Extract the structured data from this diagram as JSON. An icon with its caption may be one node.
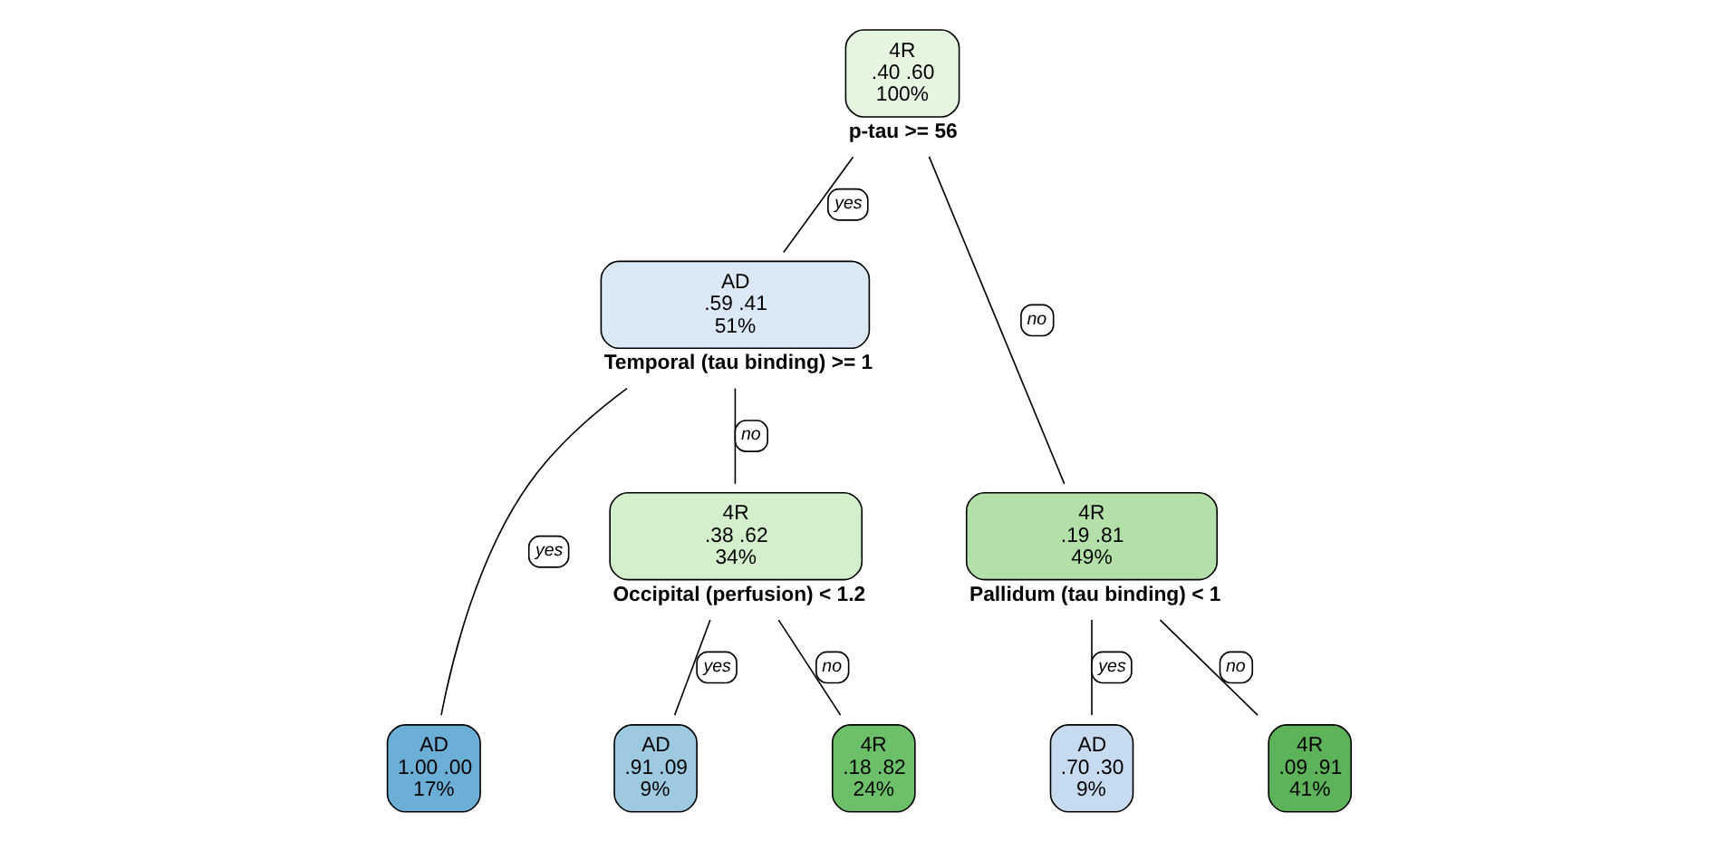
{
  "diagram": {
    "nodes": [
      {
        "text": [
          "4R",
          ".40 .60",
          "100%"
        ],
        "beside": [
          "p-tau >= 56"
        ]
      },
      {
        "text": [
          "AD",
          ".59 .41",
          "51%"
        ],
        "beside": [
          "Temporal (tau binding) >= 1"
        ]
      },
      {
        "text": [
          "4R",
          ".19 .81",
          "49%"
        ],
        "beside": [
          "Pallidum (tau binding) < 1"
        ]
      },
      {
        "text": [
          "4R",
          ".38 .62",
          "34%"
        ],
        "beside": [
          "Occipital (perfusion) < 1.2"
        ]
      },
      {
        "text": [
          "AD",
          "1.00 .00",
          "17%"
        ]
      },
      {
        "text": [
          "AD",
          ".91 .09",
          "9%"
        ]
      },
      {
        "text": [
          "4R",
          ".18 .82",
          "24%"
        ]
      },
      {
        "text": [
          "AD",
          ".70 .30",
          "9%"
        ]
      },
      {
        "text": [
          "4R",
          ".09 .91",
          "41%"
        ]
      }
    ],
    "edges": [
      {
        "from": 0,
        "to": 1,
        "arrow": "none",
        "label": "yes"
      },
      {
        "from": 0,
        "to": 2,
        "arrow": "none",
        "label": "no"
      },
      {
        "from": 1,
        "to": 4,
        "arrow": "none",
        "label": "yes"
      },
      {
        "from": 1,
        "to": 3,
        "arrow": "none",
        "label": "no"
      },
      {
        "from": 3,
        "to": 5,
        "arrow": "none",
        "label": "yes"
      },
      {
        "from": 3,
        "to": 6,
        "arrow": "none",
        "label": "no"
      },
      {
        "from": 2,
        "to": 7,
        "arrow": "none",
        "label": "yes"
      },
      {
        "from": 2,
        "to": 8,
        "arrow": "none",
        "label": "no"
      }
    ]
  }
}
